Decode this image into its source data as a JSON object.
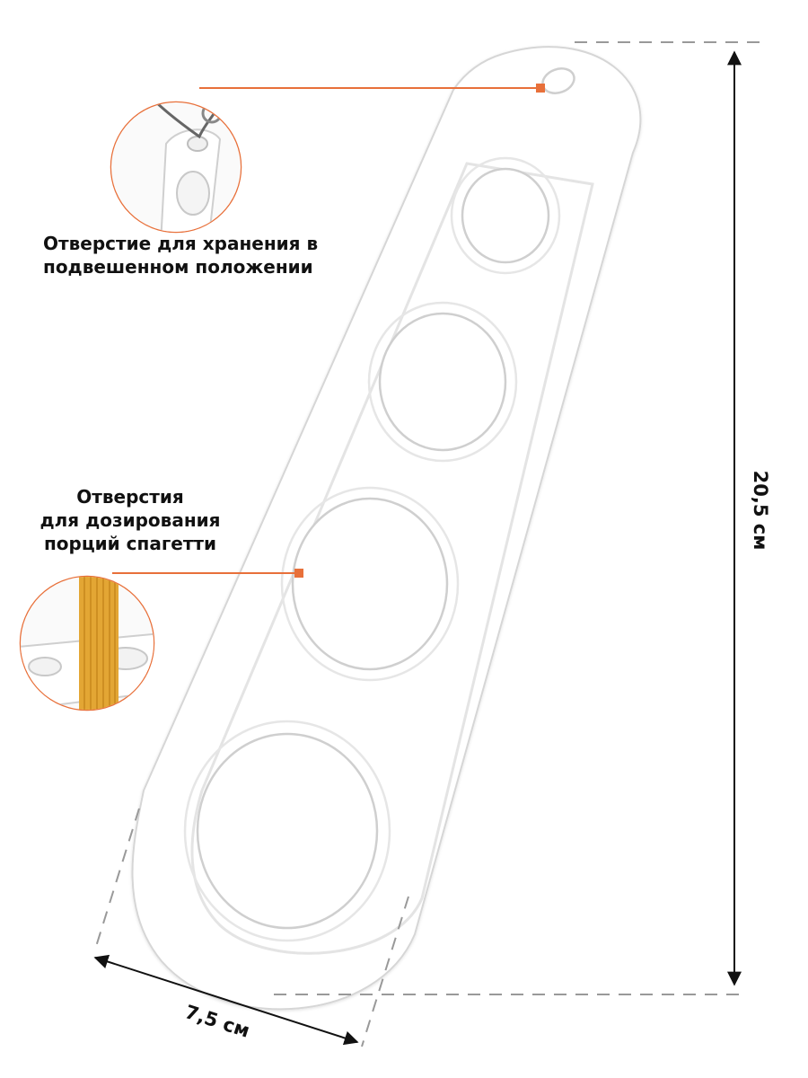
{
  "callouts": {
    "hanging_hole": "Отверстие для хранения в подвешенном положении",
    "dosing_holes": [
      "Отверстия",
      "для дозирования",
      "порций спагетти"
    ]
  },
  "dimensions": {
    "height": "20,5 см",
    "width": "7,5 см"
  },
  "colors": {
    "accent": "#e8703a",
    "product": "#ffffff",
    "outline": "#d9d9d9",
    "spaghetti": "#e3a634"
  }
}
